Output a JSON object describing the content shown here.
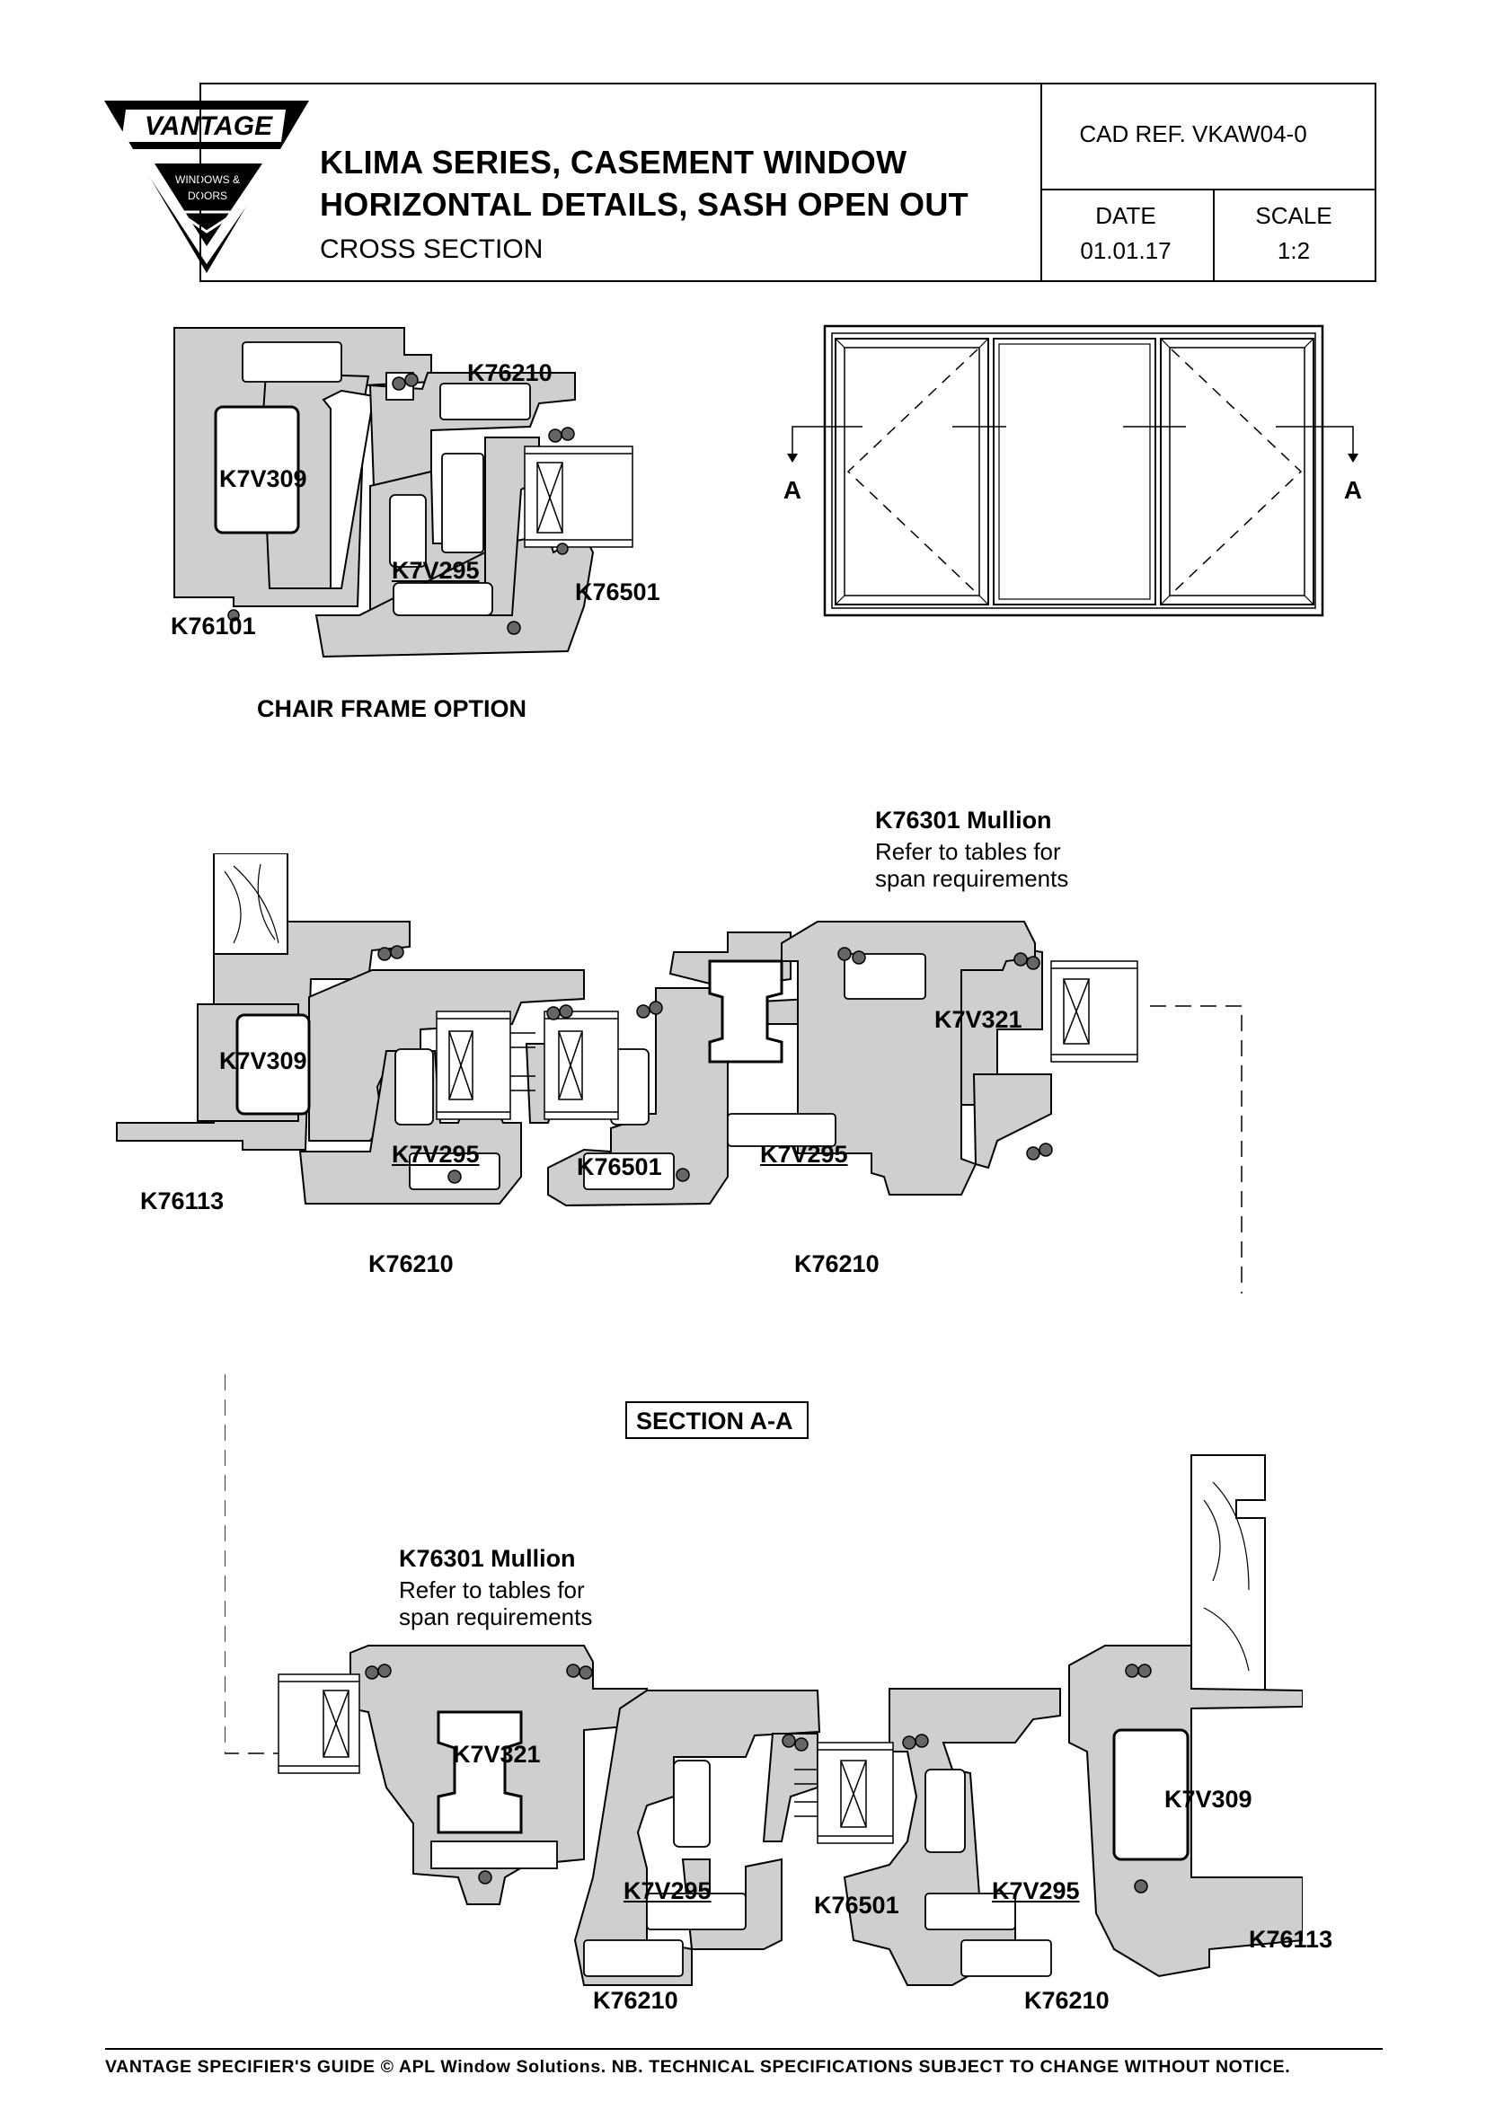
{
  "logo": {
    "brand": "VANTAGE",
    "line1": "WINDOWS &",
    "line2": "DOORS"
  },
  "title": {
    "line1": "KLIMA SERIES, CASEMENT WINDOW",
    "line2": "HORIZONTAL DETAILS, SASH OPEN OUT",
    "line3": "CROSS SECTION"
  },
  "cad_ref": "CAD REF.  VKAW04-0",
  "date_label": "DATE",
  "date_value": "01.01.17",
  "scale_label": "SCALE",
  "scale_value": "1:2",
  "elevation": {
    "section_left": "A",
    "section_right": "A"
  },
  "chair_frame": {
    "caption": "CHAIR FRAME OPTION",
    "labels": [
      "K76210",
      "K7V309",
      "K7V295",
      "K76501",
      "K76101"
    ]
  },
  "section_aa": {
    "caption": "SECTION A-A",
    "upper": {
      "labels": [
        "K7V309",
        "K7V295",
        "K76501",
        "K76113",
        "K76210",
        "K7V295",
        "K76210",
        "K7V321"
      ],
      "mullion_note": [
        "K76301 Mullion",
        "Refer to tables for",
        "span requirements"
      ]
    },
    "lower": {
      "labels": [
        "K7V321",
        "K7V295",
        "K76501",
        "K7V295",
        "K7V309",
        "K76113",
        "K76210",
        "K76210"
      ],
      "mullion_note": [
        "K76301 Mullion",
        "Refer to tables for",
        "span requirements"
      ]
    }
  },
  "footer": "VANTAGE SPECIFIER'S GUIDE  © APL Window Solutions. NB. TECHNICAL SPECIFICATIONS SUBJECT TO CHANGE WITHOUT NOTICE.",
  "colors": {
    "profile_fill": "#cfcfcf",
    "line": "#000000",
    "background": "#ffffff"
  }
}
